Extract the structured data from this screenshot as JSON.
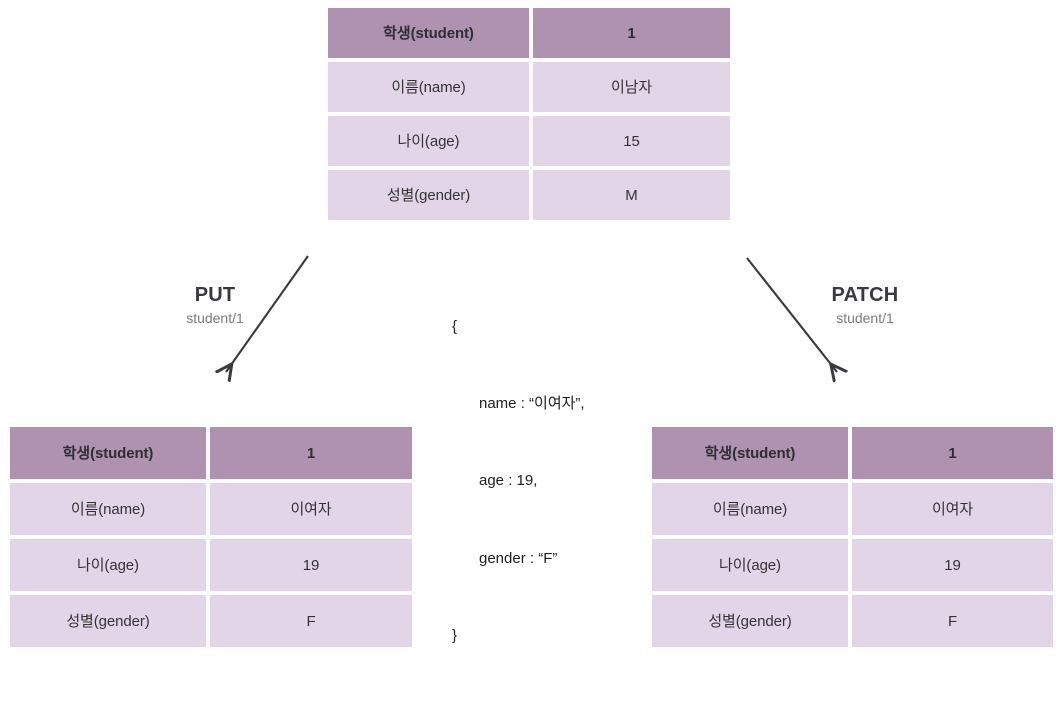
{
  "diagram": {
    "title": "PUT vs PATCH student record update",
    "colors": {
      "header_bg": "#ae92b0",
      "body_bg": "#e3d5e8",
      "text": "#333333",
      "muted_text": "#7b7b80",
      "arrow": "#3a3a3e",
      "background": "#ffffff"
    }
  },
  "table_before": {
    "header": {
      "key": "학생(student)",
      "value": "1"
    },
    "rows": [
      {
        "key": "이름(name)",
        "value": "이남자"
      },
      {
        "key": "나이(age)",
        "value": "15"
      },
      {
        "key": "성별(gender)",
        "value": "M"
      }
    ]
  },
  "payload": {
    "open_brace": "{",
    "lines": [
      "name : “이여자”,",
      "age : 19,",
      "gender : “F”"
    ],
    "close_brace": "}"
  },
  "put": {
    "verb": "PUT",
    "path": "student/1"
  },
  "patch": {
    "verb": "PATCH",
    "path": "student/1"
  },
  "table_after_put": {
    "header": {
      "key": "학생(student)",
      "value": "1"
    },
    "rows": [
      {
        "key": "이름(name)",
        "value": "이여자"
      },
      {
        "key": "나이(age)",
        "value": "19"
      },
      {
        "key": "성별(gender)",
        "value": "F"
      }
    ]
  },
  "table_after_patch": {
    "header": {
      "key": "학생(student)",
      "value": "1"
    },
    "rows": [
      {
        "key": "이름(name)",
        "value": "이여자"
      },
      {
        "key": "나이(age)",
        "value": "19"
      },
      {
        "key": "성별(gender)",
        "value": "F"
      }
    ]
  }
}
